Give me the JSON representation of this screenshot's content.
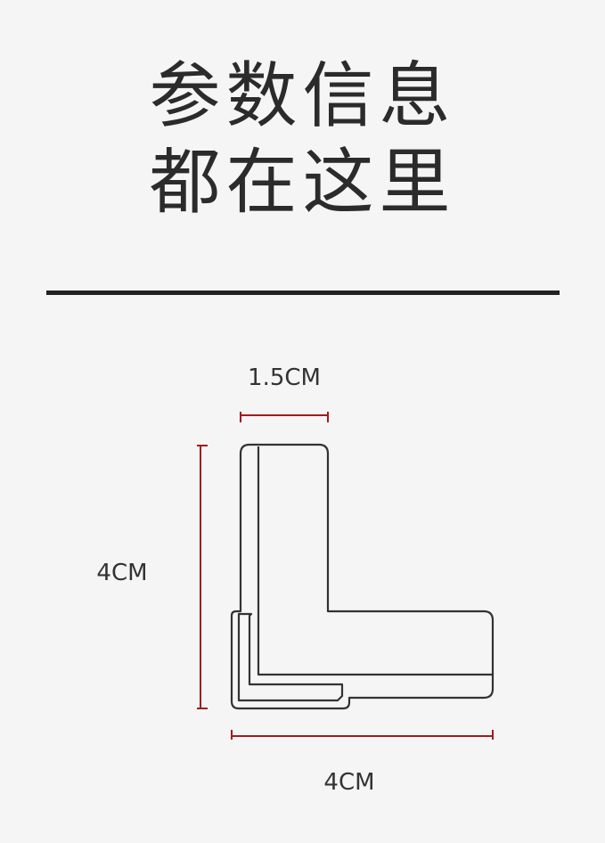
{
  "title": {
    "line1": "参数信息",
    "line2": "都在这里"
  },
  "dimensions": {
    "top_width": "1.5CM",
    "height": "4CM",
    "bottom_width": "4CM"
  },
  "colors": {
    "background": "#f5f5f5",
    "text": "#2b2b2b",
    "divider": "#222222",
    "dimension_line": "#a01c1c",
    "outline": "#333333"
  }
}
